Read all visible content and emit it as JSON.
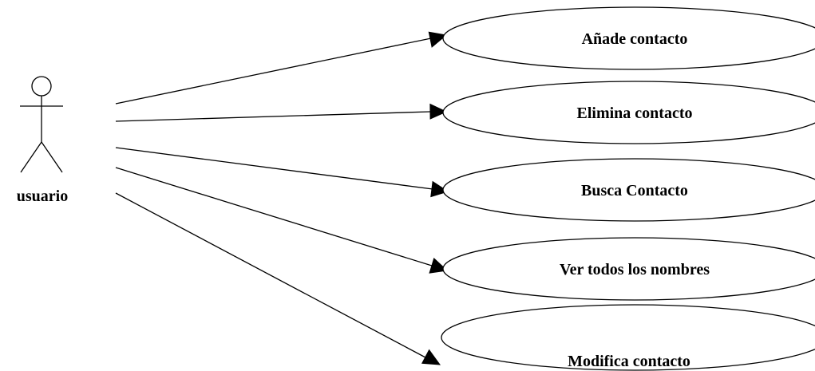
{
  "actor": {
    "label": "usuario"
  },
  "use_cases": [
    {
      "label": "Añade contacto"
    },
    {
      "label": "Elimina contacto"
    },
    {
      "label": "Busca Contacto"
    },
    {
      "label": "Ver todos los nombres"
    },
    {
      "label": "Modifica contacto"
    }
  ],
  "colors": {
    "line": "#000000",
    "background": "#ffffff"
  }
}
